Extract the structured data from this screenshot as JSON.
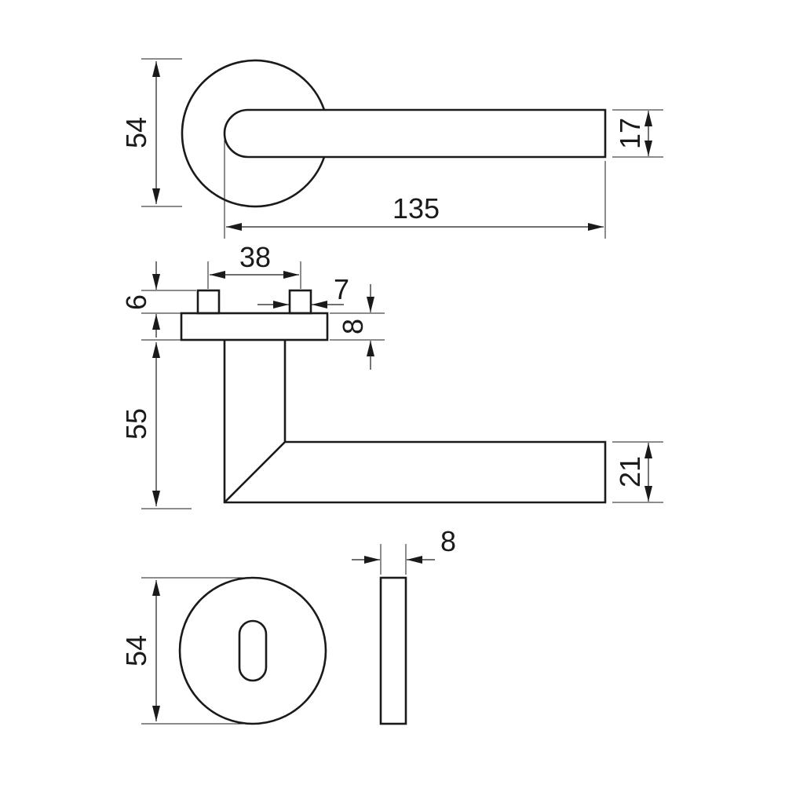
{
  "colors": {
    "line": "#1a1a1a",
    "background": "#ffffff"
  },
  "top_view": {
    "rose_diameter": "54",
    "lever_thickness": "17",
    "lever_length": "135"
  },
  "side_view": {
    "spindle_spacing": "38",
    "spindle_width": "7",
    "spindle_height": "6",
    "rose_thickness": "8",
    "lever_projection": "55",
    "lever_grip_height": "21"
  },
  "escutcheon_view": {
    "escutcheon_diameter": "54",
    "escutcheon_thickness": "8"
  }
}
